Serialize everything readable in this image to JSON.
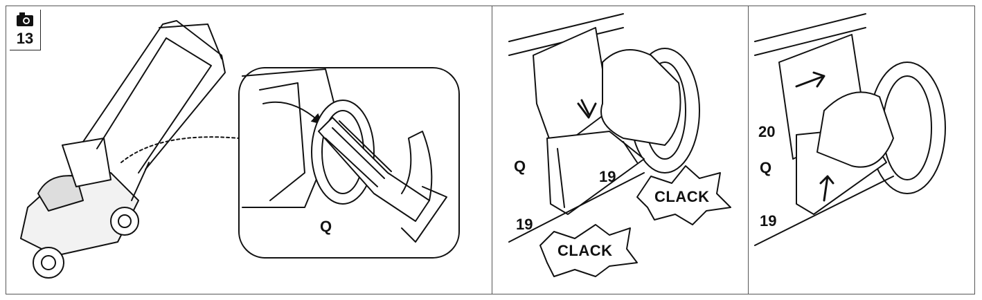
{
  "figure": {
    "number": "13",
    "icon": "camera-icon"
  },
  "panel1": {
    "inset_label": "Q"
  },
  "panel2": {
    "label_q": "Q",
    "label_19_lower": "19",
    "label_19_upper": "19",
    "sound_top": "CLACK",
    "sound_bottom": "CLACK"
  },
  "panel3": {
    "label_20": "20",
    "label_q": "Q",
    "label_19": "19"
  }
}
